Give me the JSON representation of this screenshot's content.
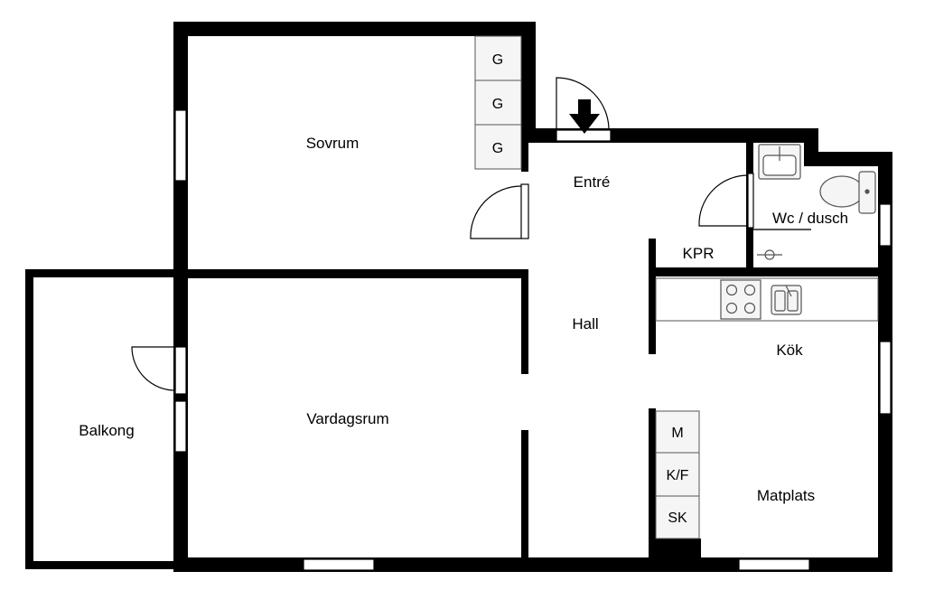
{
  "colors": {
    "wall": "#000000",
    "background": "#ffffff",
    "fixture_fill": "#f5f5f5",
    "fixture_stroke": "#555555"
  },
  "rooms": {
    "sovrum": "Sovrum",
    "entre": "Entré",
    "kpr": "KPR",
    "wc": "Wc / dusch",
    "hall": "Hall",
    "kok": "Kök",
    "balkong": "Balkong",
    "vardagsrum": "Vardagsrum",
    "matplats": "Matplats"
  },
  "wardrobes": [
    "G",
    "G",
    "G"
  ],
  "kitchen_units": [
    "M",
    "K/F",
    "SK"
  ],
  "icons": [
    "entrance-arrow-icon",
    "stove-icon",
    "sink-icon",
    "toilet-icon",
    "washbasin-icon",
    "shower-drain-icon"
  ]
}
